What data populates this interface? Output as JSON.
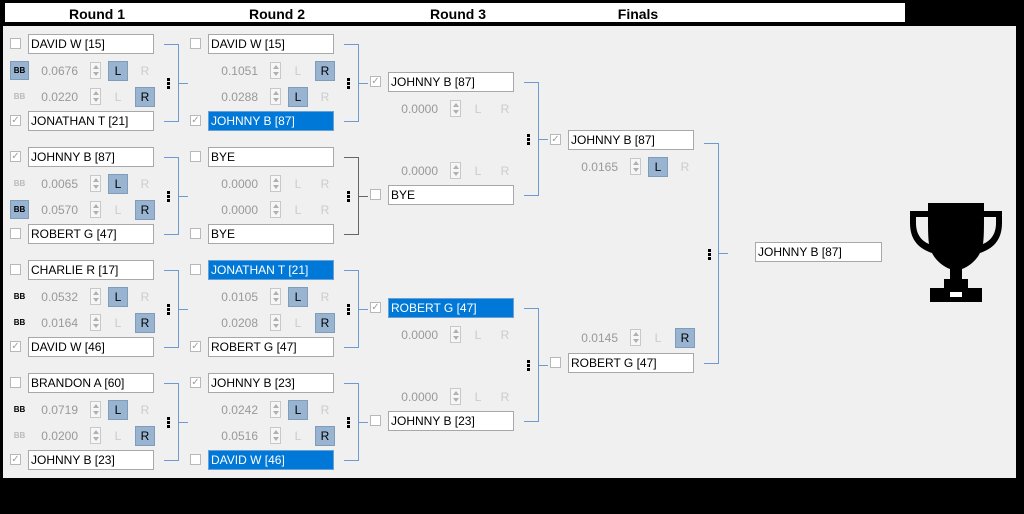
{
  "headers": [
    "Round 1",
    "Round 2",
    "Round 3",
    "Finals"
  ],
  "round1": [
    {
      "top": {
        "name": "DAVID W [15]",
        "checked": false,
        "selected": false
      },
      "bottom": {
        "name": "JONATHAN T [21]",
        "checked": true,
        "selected": false
      },
      "top_bb": "BB",
      "top_bb_on": true,
      "top_value": "0.0676",
      "top_l_active": true,
      "top_r_active": false,
      "bot_bb": "BB",
      "bot_bb_on": false,
      "bot_value": "0.0220",
      "bot_l_active": false,
      "bot_r_active": true
    },
    {
      "top": {
        "name": "JOHNNY B [87]",
        "checked": true,
        "selected": false
      },
      "bottom": {
        "name": "ROBERT G [47]",
        "checked": false,
        "selected": false
      },
      "top_bb": "BB",
      "top_bb_on": false,
      "top_value": "0.0065",
      "top_l_active": true,
      "top_r_active": false,
      "bot_bb": "BB",
      "bot_bb_on": true,
      "bot_value": "0.0570",
      "bot_l_active": false,
      "bot_r_active": true
    },
    {
      "top": {
        "name": "CHARLIE R [17]",
        "checked": false,
        "selected": false
      },
      "bottom": {
        "name": "DAVID W [46]",
        "checked": true,
        "selected": false
      },
      "top_bb": "BB",
      "top_bb_on": false,
      "top_bb_dark": true,
      "top_value": "0.0532",
      "top_l_active": true,
      "top_r_active": false,
      "bot_bb": "BB",
      "bot_bb_on": false,
      "bot_bb_dark": true,
      "bot_value": "0.0164",
      "bot_l_active": false,
      "bot_r_active": true
    },
    {
      "top": {
        "name": "BRANDON A [60]",
        "checked": false,
        "selected": false
      },
      "bottom": {
        "name": "JOHNNY B [23]",
        "checked": true,
        "selected": false
      },
      "top_bb": "BB",
      "top_bb_on": false,
      "top_bb_dark": true,
      "top_value": "0.0719",
      "top_l_active": true,
      "top_r_active": false,
      "bot_bb": "BB",
      "bot_bb_on": false,
      "bot_value": "0.0200",
      "bot_l_active": false,
      "bot_r_active": true
    }
  ],
  "round2": [
    {
      "top": {
        "name": "DAVID W [15]",
        "checked": false,
        "selected": false
      },
      "bottom": {
        "name": "JOHNNY B [87]",
        "checked": true,
        "selected": true
      },
      "top_value": "0.1051",
      "top_l_active": false,
      "top_r_active": true,
      "bot_value": "0.0288",
      "bot_l_active": true,
      "bot_r_active": false
    },
    {
      "top": {
        "name": "BYE",
        "checked": false,
        "selected": false
      },
      "bottom": {
        "name": "BYE",
        "checked": false,
        "selected": false
      },
      "top_value": "0.0000",
      "top_l_active": false,
      "top_r_active": false,
      "bot_value": "0.0000",
      "bot_l_active": false,
      "bot_r_active": false
    },
    {
      "top": {
        "name": "JONATHAN T [21]",
        "checked": false,
        "selected": true
      },
      "bottom": {
        "name": "ROBERT G [47]",
        "checked": true,
        "selected": false
      },
      "top_value": "0.0105",
      "top_l_active": true,
      "top_r_active": false,
      "bot_value": "0.0208",
      "bot_l_active": false,
      "bot_r_active": true
    },
    {
      "top": {
        "name": "JOHNNY B [23]",
        "checked": true,
        "selected": false
      },
      "bottom": {
        "name": "DAVID W [46]",
        "checked": false,
        "selected": true
      },
      "top_value": "0.0242",
      "top_l_active": true,
      "top_r_active": false,
      "bot_value": "0.0516",
      "bot_l_active": false,
      "bot_r_active": true
    }
  ],
  "round3": [
    {
      "top": {
        "name": "JOHNNY B [87]",
        "checked": true,
        "selected": false
      },
      "bottom": {
        "name": "BYE",
        "checked": false,
        "selected": false
      },
      "top_value": "0.0000",
      "top_l_active": false,
      "top_r_active": false,
      "bot_value": "0.0000",
      "bot_l_active": false,
      "bot_r_active": false
    },
    {
      "top": {
        "name": "ROBERT G [47]",
        "checked": true,
        "selected": true
      },
      "bottom": {
        "name": "JOHNNY B [23]",
        "checked": false,
        "selected": false
      },
      "top_value": "0.0000",
      "top_l_active": false,
      "top_r_active": false,
      "bot_value": "0.0000",
      "bot_l_active": false,
      "bot_r_active": false
    }
  ],
  "finals": {
    "top": {
      "name": "JOHNNY B [87]",
      "checked": true,
      "selected": false
    },
    "bottom": {
      "name": "ROBERT G [47]",
      "checked": false,
      "selected": false
    },
    "top_value": "0.0165",
    "top_l_active": true,
    "top_r_active": false,
    "bot_value": "0.0145",
    "bot_l_active": false,
    "bot_r_active": true
  },
  "champion": {
    "name": "JOHNNY B [87]"
  },
  "button_labels": {
    "left": "L",
    "right": "R"
  },
  "icons": {
    "trophy": "trophy-icon",
    "menu": "vertical-dots-icon",
    "check": "check-icon"
  },
  "colors": {
    "selected": "#0078d7",
    "active_button": "#99b4d1",
    "connector": "#6d9bd0",
    "connector_gray": "#666666"
  }
}
